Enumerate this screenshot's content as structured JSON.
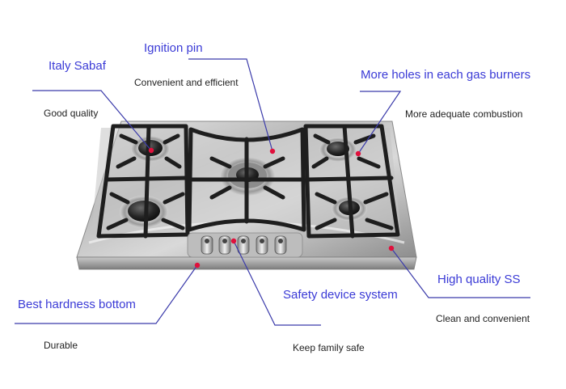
{
  "accent_color": "#3a3ad6",
  "marker_color": "#e0103c",
  "line_color": "#3a3aaa",
  "product": {
    "icon": "gas-cooktop-five-burner",
    "burners": 5,
    "knobs": 5
  },
  "callouts": [
    {
      "id": "ignition-pin",
      "title": "Ignition pin",
      "description": "Convenient and efficient"
    },
    {
      "id": "italy-sabaf",
      "title": "Italy Sabaf",
      "description": "Good quality"
    },
    {
      "id": "more-holes",
      "title": "More holes in each gas burners",
      "description": "More adequate combustion"
    },
    {
      "id": "high-quality-ss",
      "title": "High quality SS",
      "description": "Clean and convenient"
    },
    {
      "id": "safety-device",
      "title": "Safety device system",
      "description": "Keep family safe"
    },
    {
      "id": "best-hardness",
      "title": "Best hardness bottom",
      "description": "Durable"
    }
  ]
}
